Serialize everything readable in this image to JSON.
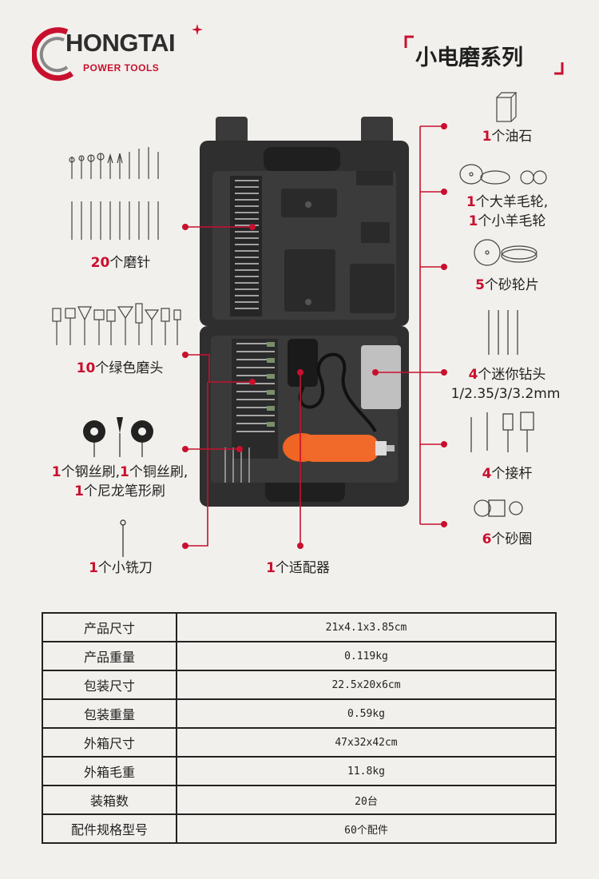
{
  "brand": {
    "name": "HONGTAI",
    "tagline": "POWER TOOLS",
    "accent": "#c8102e"
  },
  "series_title": "小电磨系列",
  "labels": {
    "grind_needles": {
      "qty": "20",
      "text": "个磨针"
    },
    "green_heads": {
      "qty": "10",
      "text": "个绿色磨头"
    },
    "brushes_line1": {
      "qty1": "1",
      "text1": "个钢丝刷,",
      "qty2": "1",
      "text2": "个铜丝刷,"
    },
    "brushes_line2": {
      "qty": "1",
      "text": "个尼龙笔形刷"
    },
    "small_cutter": {
      "qty": "1",
      "text": "个小铣刀"
    },
    "adapter": {
      "qty": "1",
      "text": "个适配器"
    },
    "oil_stone": {
      "qty": "1",
      "text": "个油石"
    },
    "wool_wheel_line1": {
      "qty": "1",
      "text": "个大羊毛轮,"
    },
    "wool_wheel_line2": {
      "qty": "1",
      "text": "个小羊毛轮"
    },
    "sanding_disc": {
      "qty": "5",
      "text": "个砂轮片"
    },
    "mini_drill_line1": {
      "qty": "4",
      "text": "个迷你钻头"
    },
    "mini_drill_line2": "1/2.35/3/3.2mm",
    "mandrel": {
      "qty": "4",
      "text": "个接杆"
    },
    "sanding_band": {
      "qty": "6",
      "text": "个砂圈"
    }
  },
  "spec_table": [
    {
      "key": "产品尺寸",
      "value": "21x4.1x3.85cm"
    },
    {
      "key": "产品重量",
      "value": "0.119kg"
    },
    {
      "key": "包装尺寸",
      "value": "22.5x20x6cm"
    },
    {
      "key": "包装重量",
      "value": "0.59kg"
    },
    {
      "key": "外箱尺寸",
      "value": "47x32x42cm"
    },
    {
      "key": "外箱毛重",
      "value": "11.8kg"
    },
    {
      "key": "装箱数",
      "value": "20台"
    },
    {
      "key": "配件规格型号",
      "value": "60个配件"
    }
  ]
}
